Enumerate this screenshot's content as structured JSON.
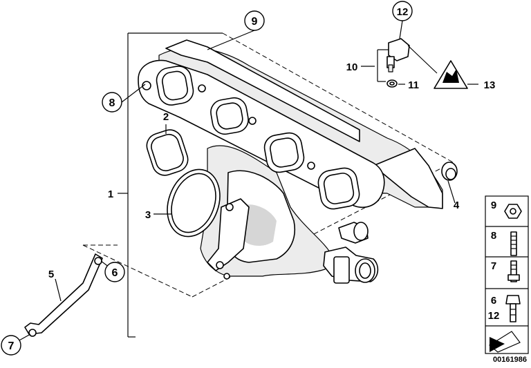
{
  "callouts": [
    {
      "id": "c1",
      "text": "1"
    },
    {
      "id": "c2",
      "text": "2"
    },
    {
      "id": "c3",
      "text": "3"
    },
    {
      "id": "c4",
      "text": "4"
    },
    {
      "id": "c5",
      "text": "5"
    },
    {
      "id": "c6",
      "text": "6"
    },
    {
      "id": "c7",
      "text": "7"
    },
    {
      "id": "c8",
      "text": "8"
    },
    {
      "id": "c9",
      "text": "9"
    },
    {
      "id": "c10",
      "text": "10"
    },
    {
      "id": "c11",
      "text": "11"
    },
    {
      "id": "c12",
      "text": "12"
    },
    {
      "id": "c13",
      "text": "13"
    }
  ],
  "legend": {
    "rows": [
      {
        "label": "9"
      },
      {
        "label": "8"
      },
      {
        "label": "7"
      },
      {
        "label": "6"
      },
      {
        "label": "12"
      }
    ]
  },
  "diagram_number": "00161986"
}
